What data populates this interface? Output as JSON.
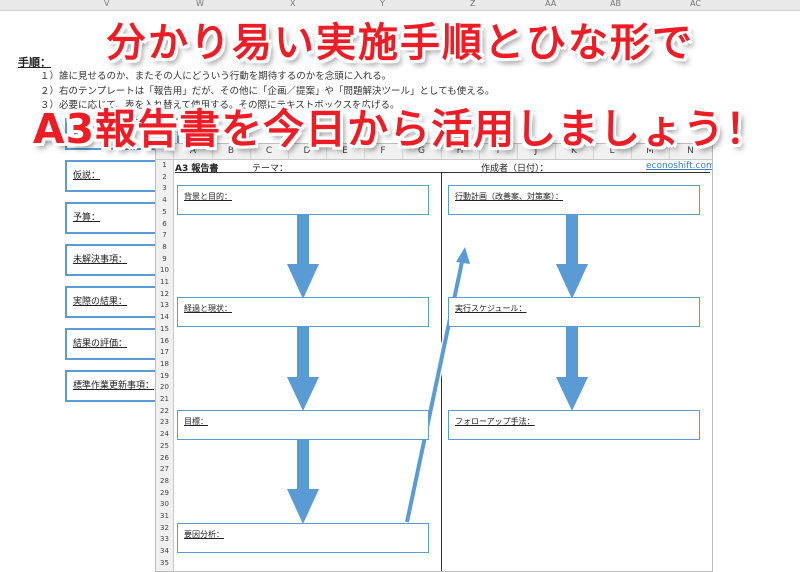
{
  "background": {
    "col_letters": [
      "V",
      "W",
      "X",
      "Y",
      "Z",
      "AA",
      "AB",
      "AC"
    ],
    "steps_title": "手順：",
    "steps": [
      "１）誰に見せるのか、またその人にどういう行動を期待するのかを念頭に入れる。",
      "２）右のテンプレートは「報告用」だが、その他に「企画／提案」や「問題解決ツール」としても使える。",
      "３）必要に応じて、表を入れ替えて使用する。その際にテキストボックスを広げる。"
    ],
    "side_boxes": [
      "目的・背景：",
      "仮説：",
      "予算：",
      "未解決事項：",
      "実際の結果：",
      "結果の評価：",
      "標準作業更新事項："
    ]
  },
  "sheet": {
    "columns": [
      "A",
      "B",
      "C",
      "D",
      "E",
      "F",
      "G",
      "H",
      "I",
      "J",
      "K",
      "L",
      "M",
      "N"
    ],
    "rows": [
      "1",
      "2",
      "3",
      "4",
      "5",
      "6",
      "7",
      "8",
      "9",
      "10",
      "11",
      "12",
      "13",
      "14",
      "15",
      "16",
      "17",
      "18",
      "19",
      "20",
      "21",
      "22",
      "23",
      "24",
      "25",
      "26",
      "27",
      "28",
      "29",
      "30",
      "31",
      "32",
      "33",
      "34",
      "35"
    ],
    "title": "A3 報告書",
    "theme_label": "テーマ：",
    "author_label": "作成者（日付）：",
    "site": "econoshift.com",
    "left_boxes": [
      "背景と目的：",
      "経過と現状：",
      "目標：",
      "要因分析："
    ],
    "right_boxes": [
      "行動計画（改善案、対策案）：",
      "実行スケジュール：",
      "フォローアップ手法："
    ]
  },
  "headline": {
    "line1": "分かり易い実施手順とひな形で",
    "line2": "A3報告書を今日から活用しましょう！"
  },
  "colors": {
    "accent_red": "#ee1c24",
    "box_blue": "#5b9bd5",
    "arrow_blue": "#5b9bd5"
  }
}
